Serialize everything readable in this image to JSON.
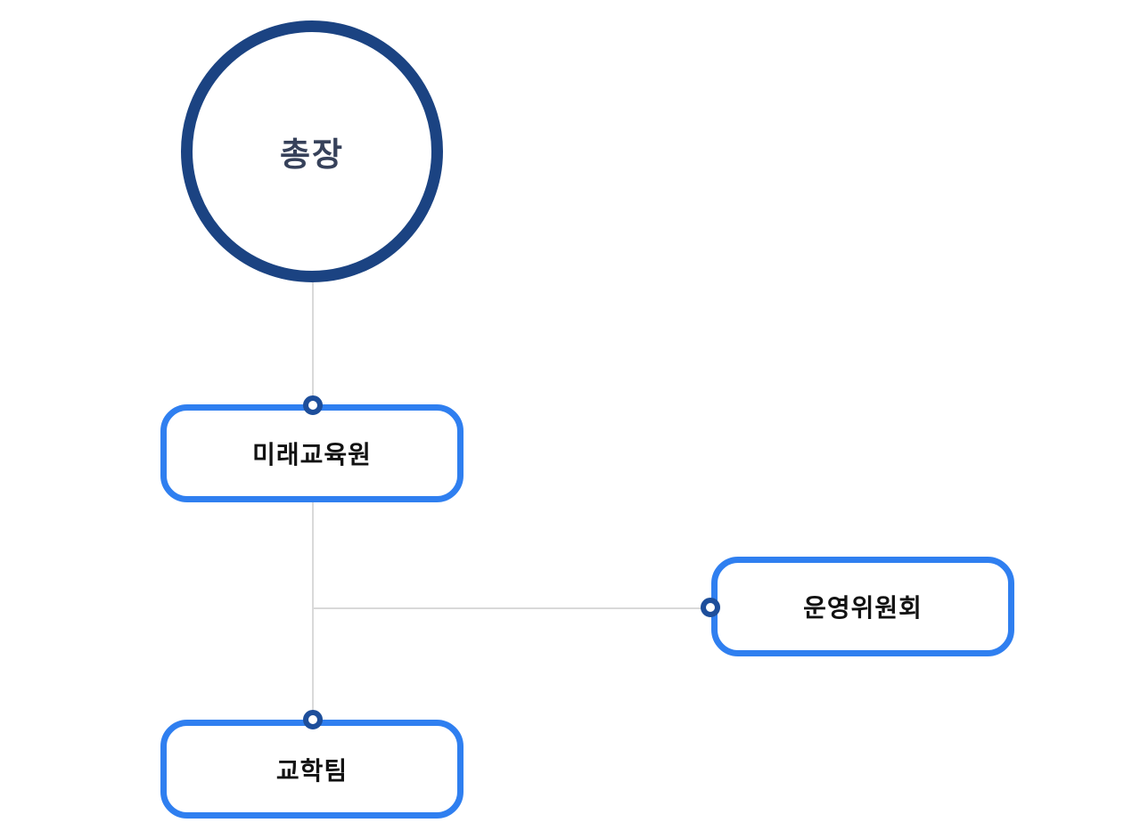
{
  "diagram": {
    "type": "org-chart",
    "nodes": {
      "president": {
        "label": "총장",
        "shape": "circle",
        "level": 1
      },
      "future_education": {
        "label": "미래교육원",
        "shape": "rounded-box",
        "level": 2,
        "parent": "president"
      },
      "steering_committee": {
        "label": "운영위원회",
        "shape": "rounded-box",
        "level": 3,
        "parent": "future_education"
      },
      "academic_team": {
        "label": "교학팀",
        "shape": "rounded-box",
        "level": 3,
        "parent": "future_education"
      }
    },
    "edges": [
      {
        "from": "president",
        "to": "future_education"
      },
      {
        "from": "future_education",
        "to": "steering_committee"
      },
      {
        "from": "future_education",
        "to": "academic_team"
      }
    ],
    "colors": {
      "circle_border": "#1b4382",
      "box_border": "#2f7ff0",
      "connector_dot": "#1d4e9b",
      "line": "#d9d9d9",
      "circle_text": "#36415a",
      "box_text": "#121212",
      "background": "#ffffff"
    }
  }
}
